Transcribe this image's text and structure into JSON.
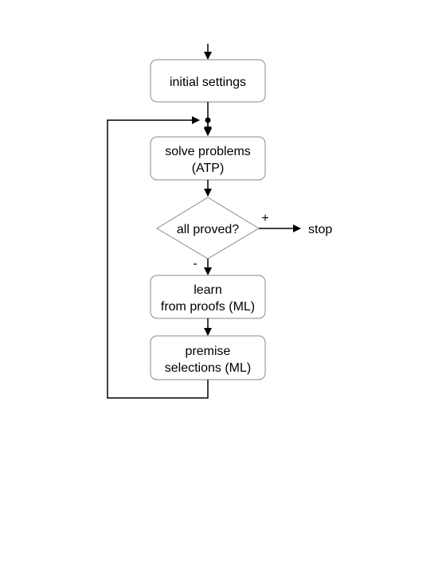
{
  "diagram": {
    "colors": {
      "stroke": "#000000",
      "box_fill": "#ffffff",
      "box_border": "#8a8a8a",
      "text": "#000000"
    },
    "nodes": {
      "initial_settings": {
        "line1": "initial settings"
      },
      "solve_problems": {
        "line1": "solve problems",
        "line2": "(ATP)"
      },
      "all_proved": {
        "line1": "all proved?"
      },
      "learn": {
        "line1": "learn",
        "line2": "from proofs (ML)"
      },
      "premise": {
        "line1": "premise",
        "line2": "selections (ML)"
      },
      "stop": {
        "line1": "stop"
      }
    },
    "edge_labels": {
      "plus": "+",
      "minus": "-"
    }
  }
}
